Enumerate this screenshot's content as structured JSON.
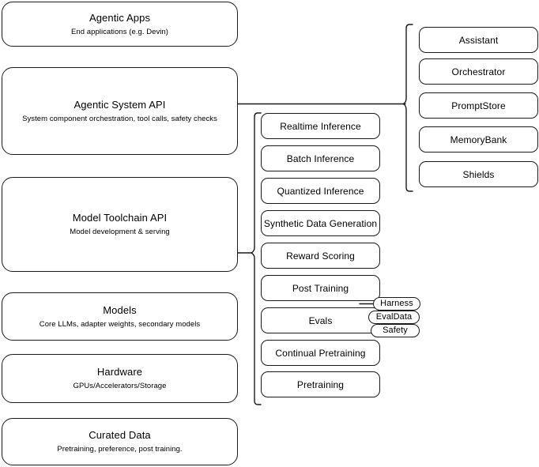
{
  "diagram": {
    "title": "Agentic / Model Stack Architecture",
    "stroke_color": "#1a1a1a",
    "background_color": "#ffffff"
  },
  "layers": [
    {
      "name": "agentic-apps",
      "title": "Agentic Apps",
      "subtitle": "End applications (e.g. Devin)"
    },
    {
      "name": "agentic-system-api",
      "title": "Agentic System API",
      "subtitle": "System component orchestration, tool calls, safety checks"
    },
    {
      "name": "model-toolchain-api",
      "title": "Model Toolchain API",
      "subtitle": "Model development & serving"
    },
    {
      "name": "models",
      "title": "Models",
      "subtitle": "Core LLMs, adapter weights, secondary models"
    },
    {
      "name": "hardware",
      "title": "Hardware",
      "subtitle": "GPUs/Accelerators/Storage"
    },
    {
      "name": "curated-data",
      "title": "Curated Data",
      "subtitle": "Pretraining, preference, post training."
    }
  ],
  "toolchain_items": [
    {
      "name": "realtime-inference",
      "label": "Realtime Inference"
    },
    {
      "name": "batch-inference",
      "label": "Batch Inference"
    },
    {
      "name": "quantized-inference",
      "label": "Quantized Inference"
    },
    {
      "name": "synthetic-data-generation",
      "label": "Synthetic Data Generation"
    },
    {
      "name": "reward-scoring",
      "label": "Reward Scoring"
    },
    {
      "name": "post-training",
      "label": "Post Training"
    },
    {
      "name": "evals",
      "label": "Evals"
    },
    {
      "name": "continual-pretraining",
      "label": "Continual Pretraining"
    },
    {
      "name": "pretraining",
      "label": "Pretraining"
    }
  ],
  "system_items": [
    {
      "name": "assistant",
      "label": "Assistant"
    },
    {
      "name": "orchestrator",
      "label": "Orchestrator"
    },
    {
      "name": "promptstore",
      "label": "PromptStore"
    },
    {
      "name": "memorybank",
      "label": "MemoryBank"
    },
    {
      "name": "shields",
      "label": "Shields"
    }
  ],
  "eval_badges": [
    {
      "name": "harness",
      "label": "Harness"
    },
    {
      "name": "evaldata",
      "label": "EvalData"
    },
    {
      "name": "safety",
      "label": "Safety"
    }
  ]
}
